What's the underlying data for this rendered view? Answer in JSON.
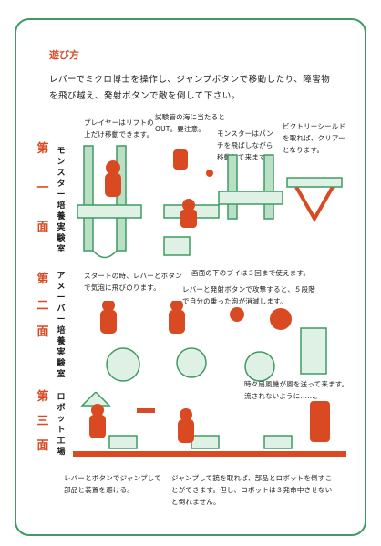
{
  "heading": "遊び方",
  "intro": "レバーでミクロ博士を操作し、ジャンプボタンで移動したり、障害物を飛び越え、発射ボタンで敵を倒して下さい。",
  "stages": [
    {
      "number": [
        "第",
        "一",
        "面"
      ],
      "name": "モンスター培養実験室",
      "captions": [
        "プレイヤーはリフトの上だけ移動できます。",
        "試験管の海に当たるとOUT。要注意。",
        "モンスターはパンチを飛ばしながら移動して来ます。",
        "ビクトリーシールドを取れば、クリアーとなります。",
        "画面の下のブイは３回まで使えます。"
      ]
    },
    {
      "number": [
        "第",
        "二",
        "面"
      ],
      "name": "アメーバー培養実験室",
      "captions": [
        "スタートの時、レバーとボタンで気泡に飛びのります。",
        "レバーと発射ボタンで攻撃すると、５段階で自分の乗った泡が消滅します。"
      ]
    },
    {
      "number": [
        "第",
        "三",
        "面"
      ],
      "name": "ロボット工場",
      "captions": [
        "時々扇風機が風を送って来ます。流されないように……。",
        "レバーとボタンでジャンプして部品と装置を避ける。",
        "ジャンプして銃を取れば、部品とロボットを倒すことができます。但し、ロボットは３発命中させないと倒れません。"
      ]
    }
  ],
  "colors": {
    "accent": "#d94a23",
    "green": "#3f9a63",
    "light_green": "#b9dfc4"
  }
}
